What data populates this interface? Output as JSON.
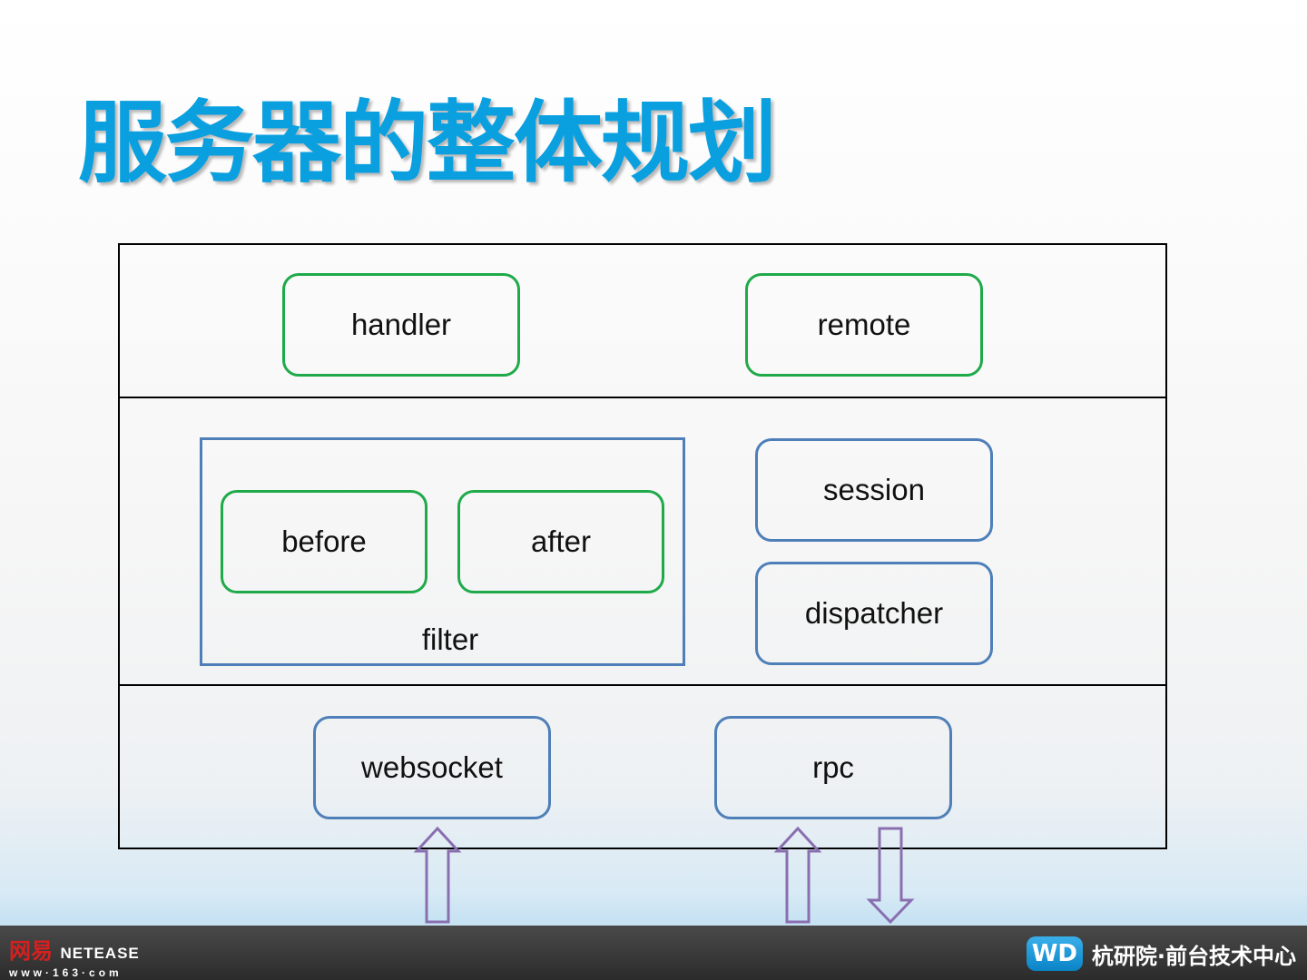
{
  "slide": {
    "title": "服务器的整体规划"
  },
  "diagram": {
    "top_layer": {
      "handler": "handler",
      "remote": "remote"
    },
    "middle_layer": {
      "filter": "filter",
      "before": "before",
      "after": "after",
      "session": "session",
      "dispatcher": "dispatcher"
    },
    "bottom_layer": {
      "websocket": "websocket",
      "rpc": "rpc"
    }
  },
  "colors": {
    "title": "#0aa0e0",
    "green_border": "#1faa4a",
    "blue_border": "#4f7fb8",
    "arrow": "#8a6fb0"
  },
  "footer": {
    "netease_cn": "网易",
    "netease_en": "NETEASE",
    "netease_url": "www·163·com",
    "logo_mark": "WD",
    "center_name": "杭研院·前台技术中心"
  }
}
